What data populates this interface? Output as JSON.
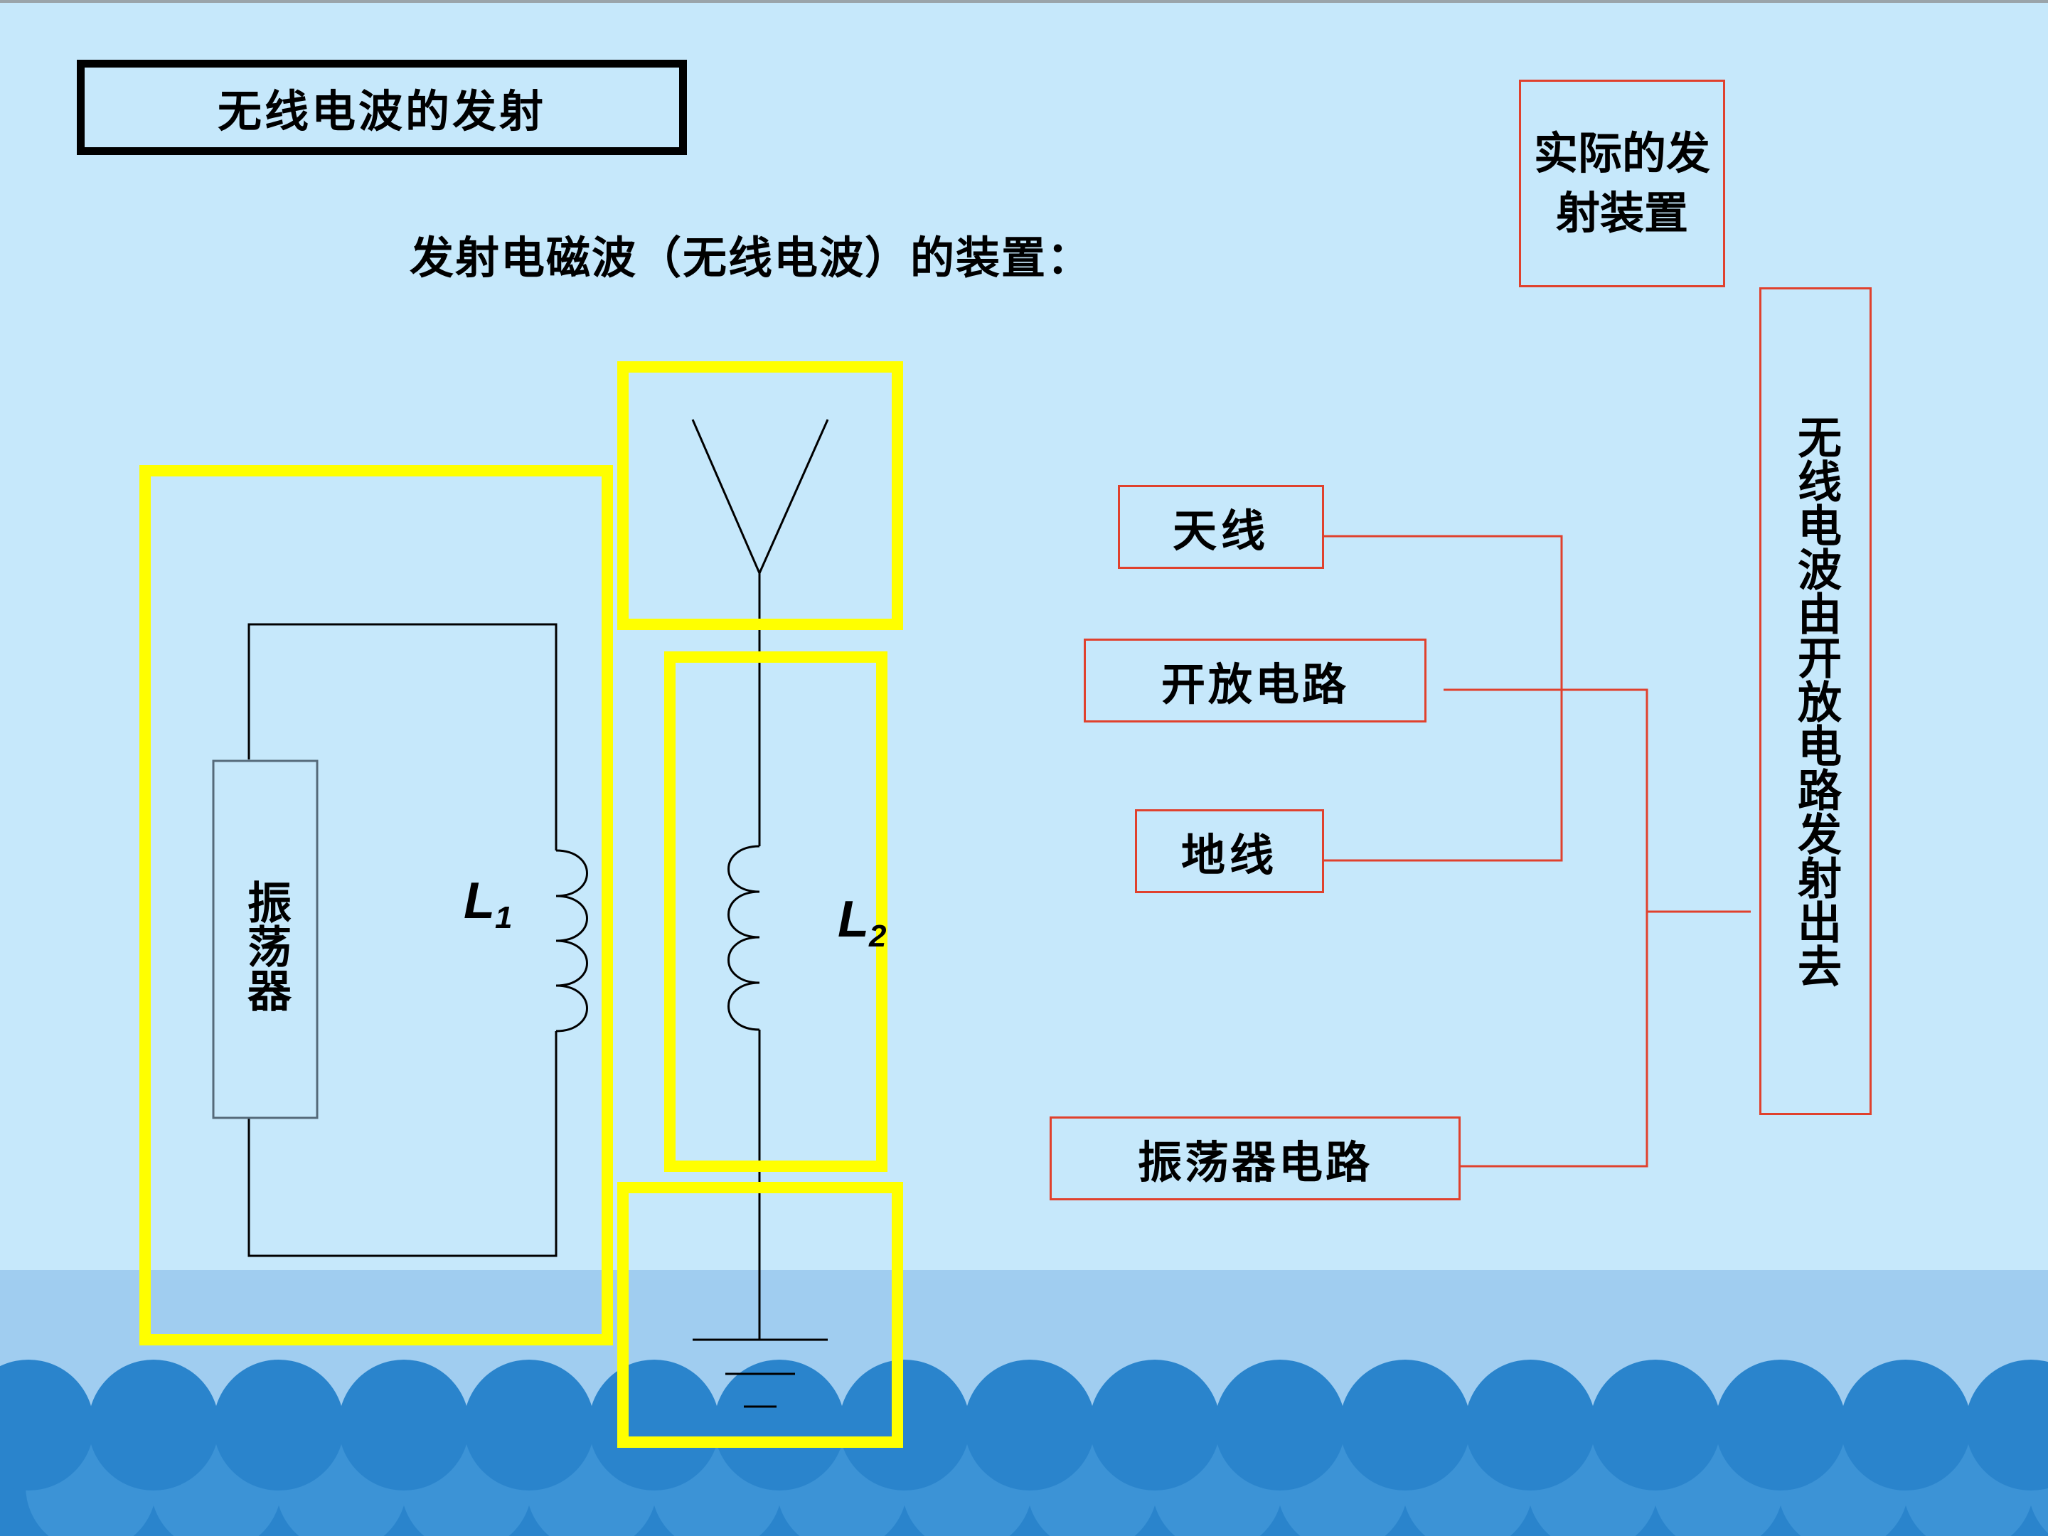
{
  "title": "无线电波的发射",
  "subtitle": "发射电磁波（无线电波）的装置：",
  "circuit": {
    "oscillator_label": "振荡器",
    "coil1": {
      "name": "L",
      "sub": "1"
    },
    "coil2": {
      "name": "L",
      "sub": "2"
    }
  },
  "callouts": {
    "antenna": "天线",
    "open_circuit": "开放电路",
    "ground": "地线",
    "oscillator_circuit": "振荡器电路",
    "actual_device": "实际的发射装置",
    "emission_note": "无线电波由开放电路发射出去"
  },
  "colors": {
    "background": "#c6e8fb",
    "highlight": "#ffff00",
    "callout_border": "#e0412d",
    "wave_dark": "#2a84cc",
    "water_band": "#a0cdf0"
  }
}
